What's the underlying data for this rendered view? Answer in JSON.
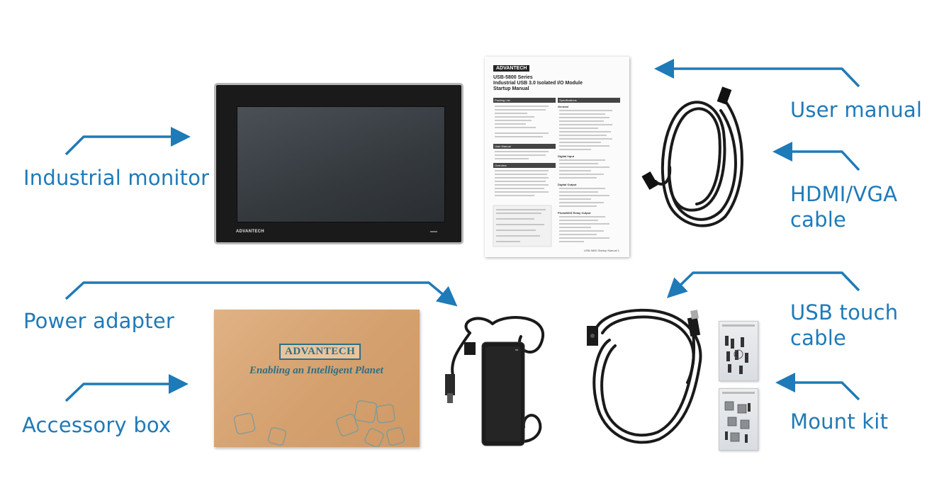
{
  "labels": {
    "industrial_monitor": "Industrial monitor",
    "power_adapter": "Power adapter",
    "accessory_box": "Accessory box",
    "user_manual": "User manual",
    "hdmi_vga_1": "HDMI/VGA",
    "hdmi_vga_2": "cable",
    "usb_touch_1": "USB touch",
    "usb_touch_2": "cable",
    "mount_kit": "Mount kit"
  },
  "monitor": {
    "brand": "ADVANTECH"
  },
  "manual": {
    "brand": "ADVANTECH",
    "title_1": "USB-5800 Series",
    "title_2": "Industrial USB 3.0 Isolated I/O Module",
    "title_3": "Startup Manual",
    "sec_packing": "Packing List",
    "sec_specs": "Specifications",
    "sec_user_manual": "User Manual",
    "sec_overview": "Overview",
    "sec_general": "General",
    "sec_digital_input": "Digital Input",
    "sec_digital_output": "Digital Output",
    "sec_relay": "PhotoMOS Relay Output",
    "footer": "USB-5800 Startup Manual 1"
  },
  "box": {
    "brand": "ADVANTECH",
    "tagline": "Enabling an Intelligent Planet"
  },
  "colors": {
    "accent": "#1f7ab8",
    "box": "#d9a877",
    "box_text": "#2e6f84",
    "device": "#1e1e1e"
  }
}
